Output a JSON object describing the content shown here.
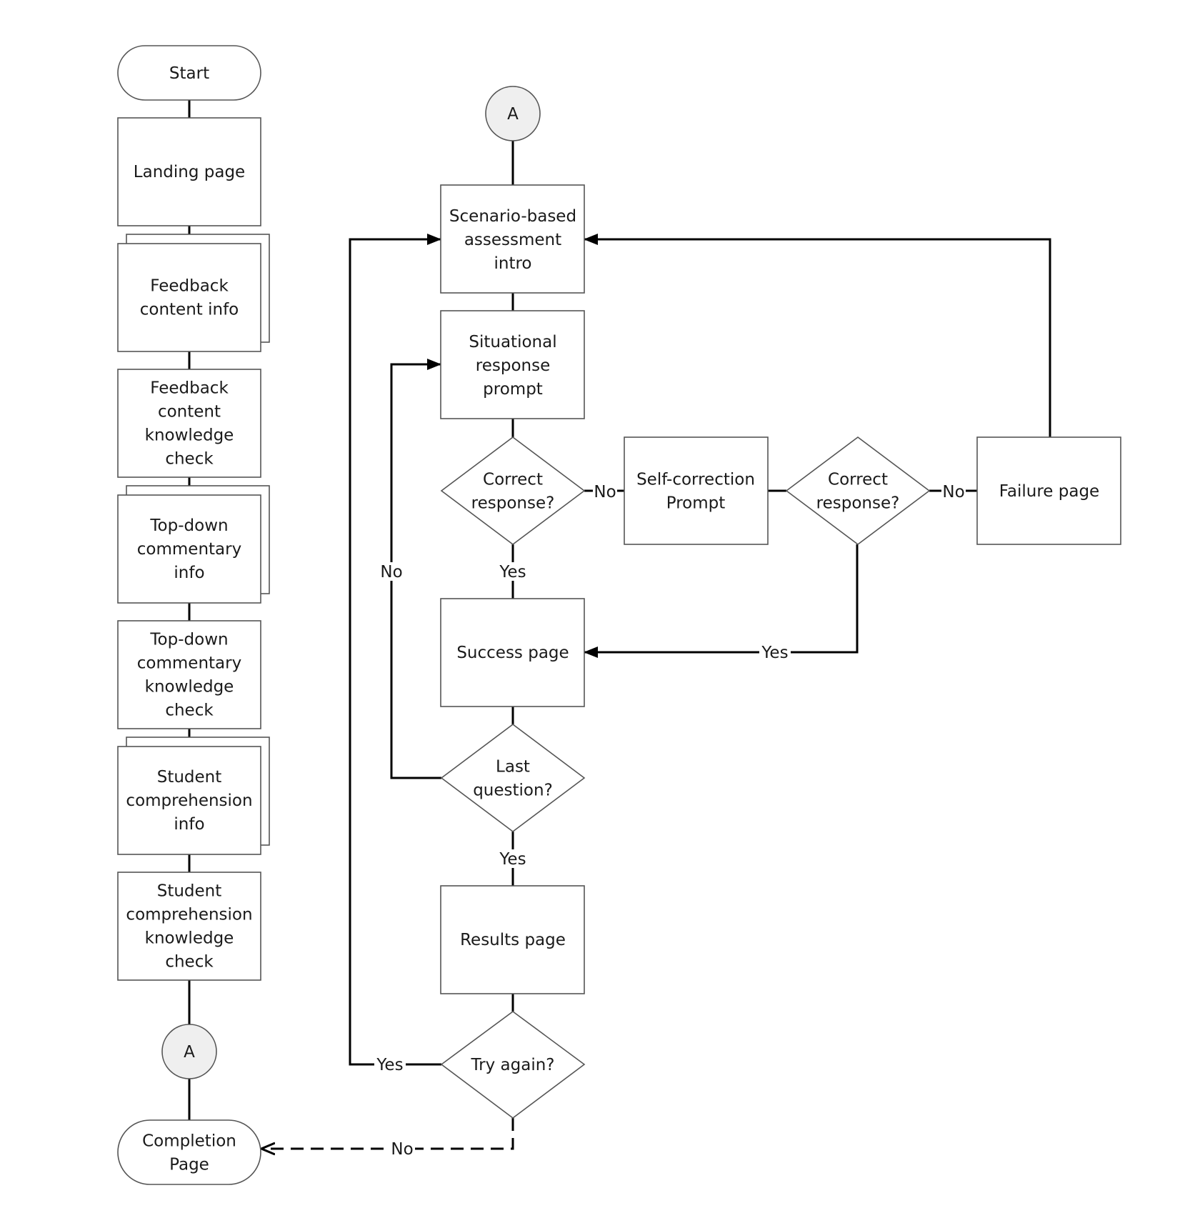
{
  "nodes": {
    "start": {
      "lines": [
        "Start"
      ]
    },
    "landing": {
      "lines": [
        "Landing page"
      ]
    },
    "fb_info": {
      "lines": [
        "Feedback",
        "content info"
      ]
    },
    "fb_check": {
      "lines": [
        "Feedback",
        "content",
        "knowledge",
        "check"
      ]
    },
    "td_info": {
      "lines": [
        "Top-down",
        "commentary",
        "info"
      ]
    },
    "td_check": {
      "lines": [
        "Top-down",
        "commentary",
        "knowledge",
        "check"
      ]
    },
    "sc_info": {
      "lines": [
        "Student",
        "comprehension",
        "info"
      ]
    },
    "sc_check": {
      "lines": [
        "Student",
        "comprehension",
        "knowledge",
        "check"
      ]
    },
    "conn_a_bottom": {
      "lines": [
        "A"
      ]
    },
    "completion": {
      "lines": [
        "Completion",
        "Page"
      ]
    },
    "conn_a_top": {
      "lines": [
        "A"
      ]
    },
    "scenario": {
      "lines": [
        "Scenario-based",
        "assessment",
        "intro"
      ]
    },
    "situational": {
      "lines": [
        "Situational",
        "response",
        "prompt"
      ]
    },
    "correct1": {
      "lines": [
        "Correct",
        "response?"
      ]
    },
    "selfcorr": {
      "lines": [
        "Self-correction",
        "Prompt"
      ]
    },
    "correct2": {
      "lines": [
        "Correct",
        "response?"
      ]
    },
    "failure": {
      "lines": [
        "Failure page"
      ]
    },
    "success": {
      "lines": [
        "Success page"
      ]
    },
    "lastq": {
      "lines": [
        "Last",
        "question?"
      ]
    },
    "results": {
      "lines": [
        "Results page"
      ]
    },
    "tryagain": {
      "lines": [
        "Try again?"
      ]
    }
  },
  "edges": {
    "correct1_no": "No",
    "correct1_yes": "Yes",
    "correct2_no": "No",
    "correct2_yes": "Yes",
    "lastq_no": "No",
    "lastq_yes": "Yes",
    "tryagain_yes": "Yes",
    "tryagain_no": "No"
  }
}
